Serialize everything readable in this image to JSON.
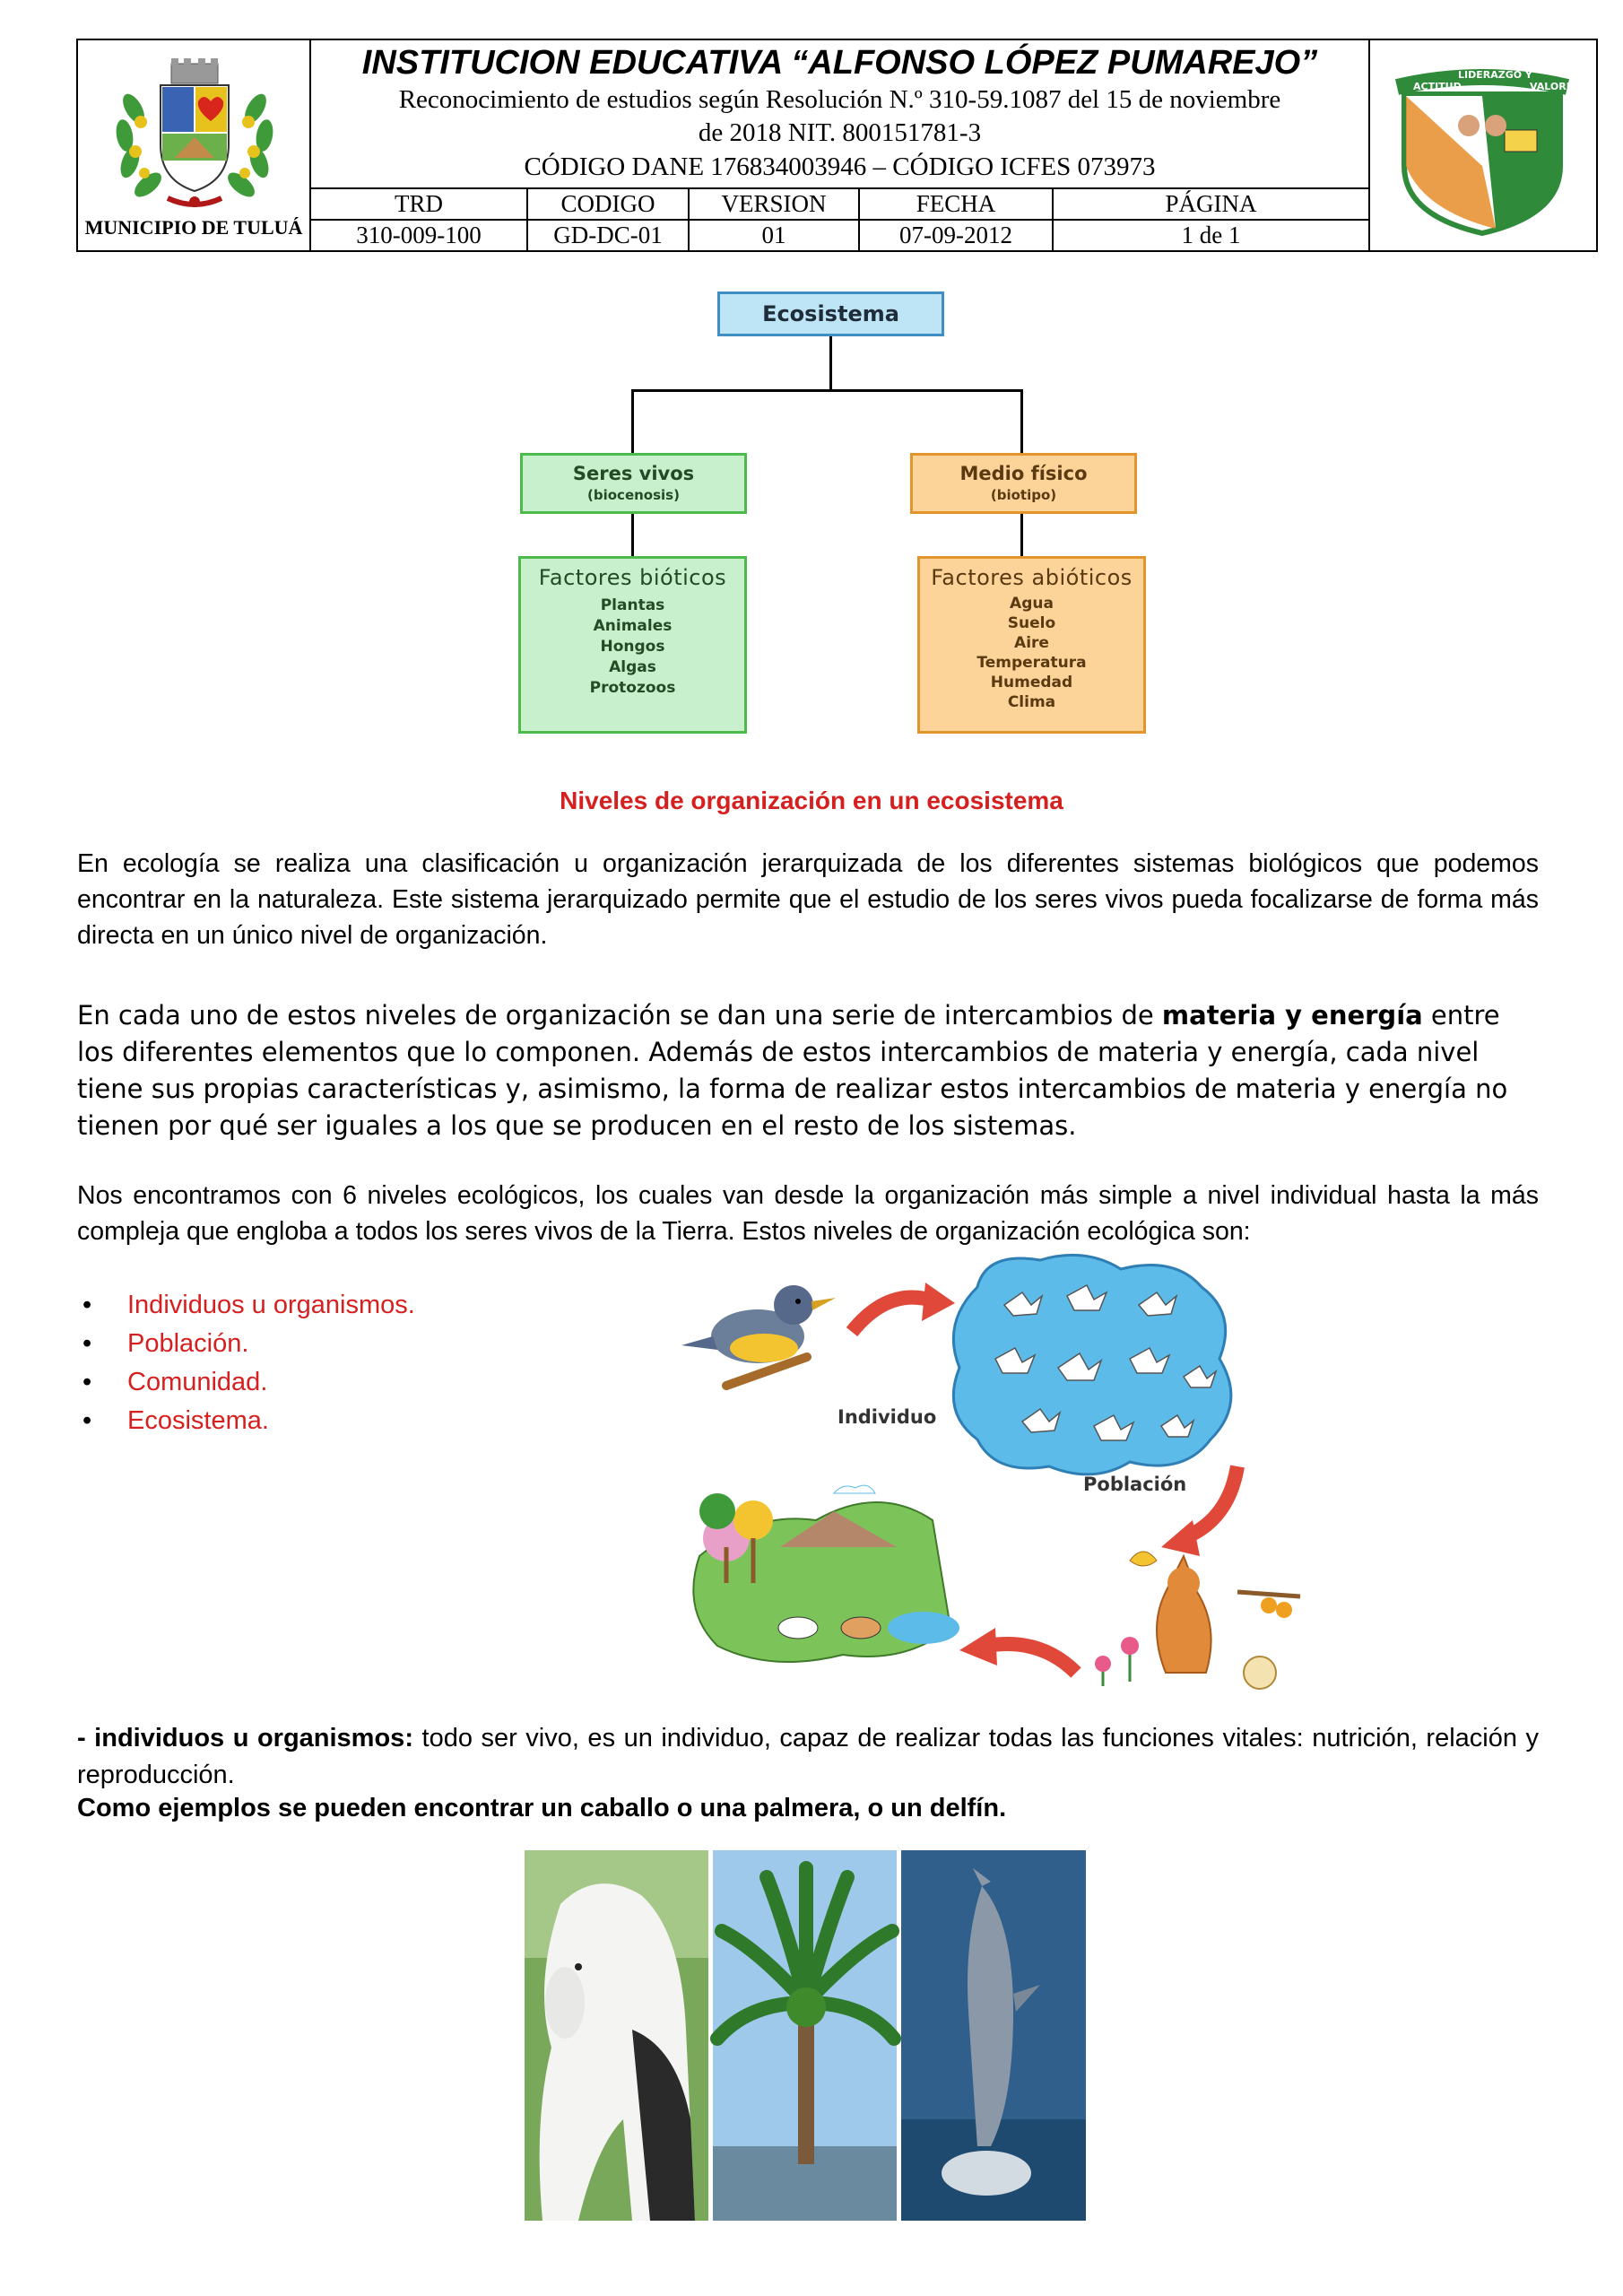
{
  "header": {
    "institution": "INSTITUCION EDUCATIVA “ALFONSO LÓPEZ PUMAREJO”",
    "recognition_line1": "Reconocimiento de estudios según Resolución N.º 310-59.1087 del 15 de noviembre",
    "recognition_line2": "de 2018 NIT. 800151781-3",
    "codes_line": "CÓDIGO DANE  176834003946 – CÓDIGO ICFES 073973",
    "municipality": "MUNICIPIO DE TULUÁ",
    "crest_motto": [
      "ACTITUD",
      "LIDERAZGO Y",
      "VALORES"
    ],
    "table": {
      "headers": [
        "TRD",
        "CODIGO",
        "VERSION",
        "FECHA",
        "PÁGINA"
      ],
      "values": [
        "310-009-100",
        "GD-DC-01",
        "01",
        "07-09-2012",
        "1 de 1"
      ]
    }
  },
  "diagram": {
    "root": "Ecosistema",
    "left": {
      "title": "Seres vivos",
      "subtitle": "(biocenosis)",
      "factors_title": "Factores bióticos",
      "factors": [
        "Plantas",
        "Animales",
        "Hongos",
        "Algas",
        "Protozoos"
      ]
    },
    "right": {
      "title": "Medio físico",
      "subtitle": "(biotipo)",
      "factors_title": "Factores abióticos",
      "factors": [
        "Agua",
        "Suelo",
        "Aire",
        "Temperatura",
        "Humedad",
        "Clima"
      ]
    }
  },
  "section_heading": "Niveles de organización en un ecosistema",
  "paragraph1": "En ecología se realiza una clasificación u organización jerarquizada de los diferentes sistemas biológicos que podemos encontrar en la naturaleza. Este sistema jerarquizado permite que el estudio de los seres vivos pueda focalizarse de forma más directa en un único nivel de organización.",
  "paragraph2": {
    "before": "En cada uno de estos niveles de organización se dan una serie de intercambios de ",
    "bold": "materia y energía",
    "after": " entre los diferentes elementos que lo componen. Además de estos intercambios de materia y energía, cada nivel tiene sus propias características y, asimismo, la forma de realizar estos intercambios de materia y energía no tienen por qué ser iguales a los que se producen en el resto de los sistemas."
  },
  "paragraph3": "Nos encontramos con 6 niveles ecológicos, los cuales van desde la organización más simple a nivel individual hasta la más compleja que engloba a todos los seres vivos de la Tierra. Estos niveles de organización ecológica son:",
  "levels": [
    "Individuos u organismos.",
    "Población.",
    "Comunidad.",
    "Ecosistema."
  ],
  "illustration_labels": {
    "individuo": "Individuo",
    "poblacion": "Población"
  },
  "individuals": {
    "term": "- individuos u organismos:",
    "definition": " todo ser vivo, es un individuo, capaz de realizar todas las funciones vitales: nutrición, relación y reproducción.",
    "examples": "Como ejemplos se pueden encontrar un caballo o una palmera, o un delfín."
  },
  "colors": {
    "heading_red": "#d61f1f",
    "eco_blue": "#bde5f5",
    "biotic_green": "#c9f0cd",
    "abiotic_orange": "#fcd49a"
  }
}
